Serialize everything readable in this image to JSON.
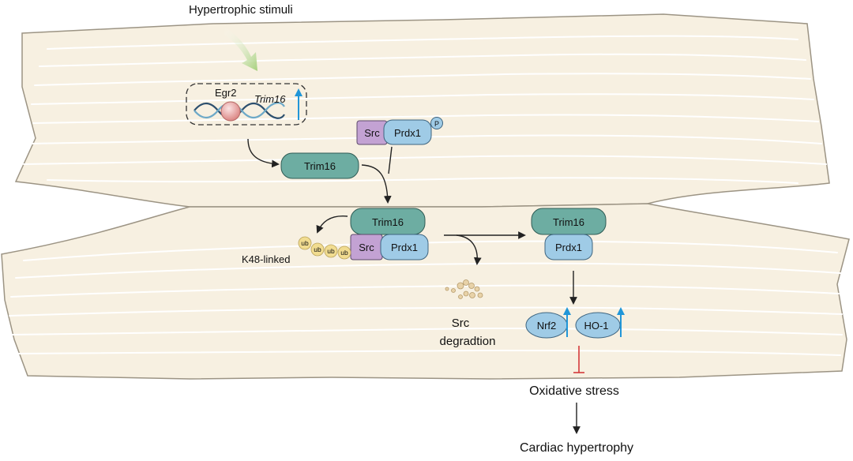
{
  "labels": {
    "stimulus": "Hypertrophic stimuli",
    "egr2": "Egr2",
    "trim16_gene": "Trim16",
    "k48": "K48-linked",
    "src_degradation_1": "Src",
    "src_degradation_2": "degradtion",
    "oxidative_stress": "Oxidative stress",
    "cardiac_hypertrophy": "Cardiac hypertrophy"
  },
  "proteins": {
    "src": "Src",
    "prdx1": "Prdx1",
    "phospho": "P",
    "trim16": "Trim16",
    "ub": "ub",
    "nrf2": "Nrf2",
    "ho1": "HO-1"
  },
  "colors": {
    "cell_fill": "#f7f0e1",
    "cell_stroke": "#9c9484",
    "fiber": "#ffffff",
    "trim16": "#6dada2",
    "src": "#c3a2d3",
    "prdx1": "#9fcbe6",
    "ub": "#f1dc90",
    "egr2": "#e39c9c",
    "dna_a": "#2c4f6e",
    "dna_b": "#6da9c8",
    "up_arrow": "#2196d8",
    "inhibit": "#d43a3a",
    "stimulus_arrow": "#a5d07c"
  },
  "icons": [
    "upregulation-arrow-icon",
    "inhibition-bar-icon",
    "dna-helix-icon",
    "debris-icon"
  ]
}
